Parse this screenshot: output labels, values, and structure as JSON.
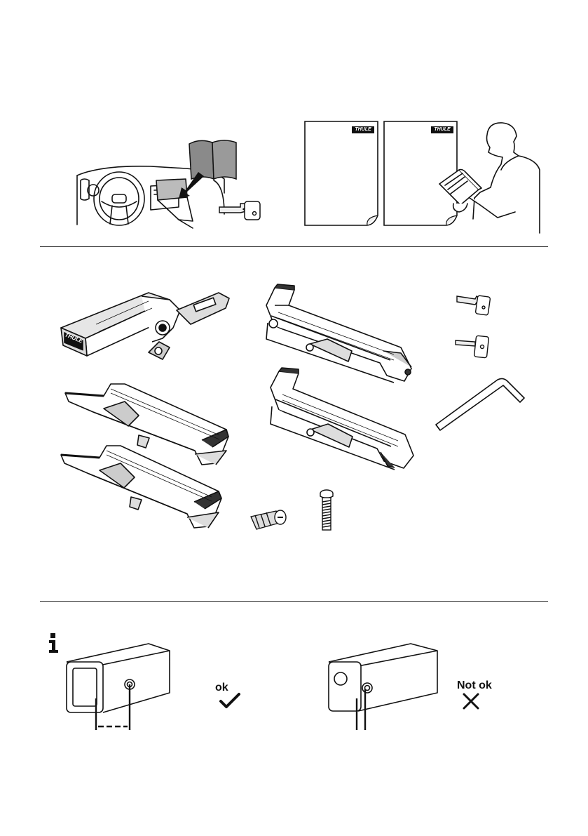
{
  "page": {
    "brand_text": "THULE"
  },
  "section_read_manual": {
    "manual_brand_left": "THULE",
    "manual_brand_right": "THULE"
  },
  "section_parts": {
    "main_unit_logo": "THULE"
  },
  "section_hitch": {
    "info_icon": "info-icon",
    "ok_label": "ok",
    "not_ok_label": "Not ok",
    "ok_icon": "checkmark-icon",
    "not_ok_icon": "cross-icon"
  }
}
